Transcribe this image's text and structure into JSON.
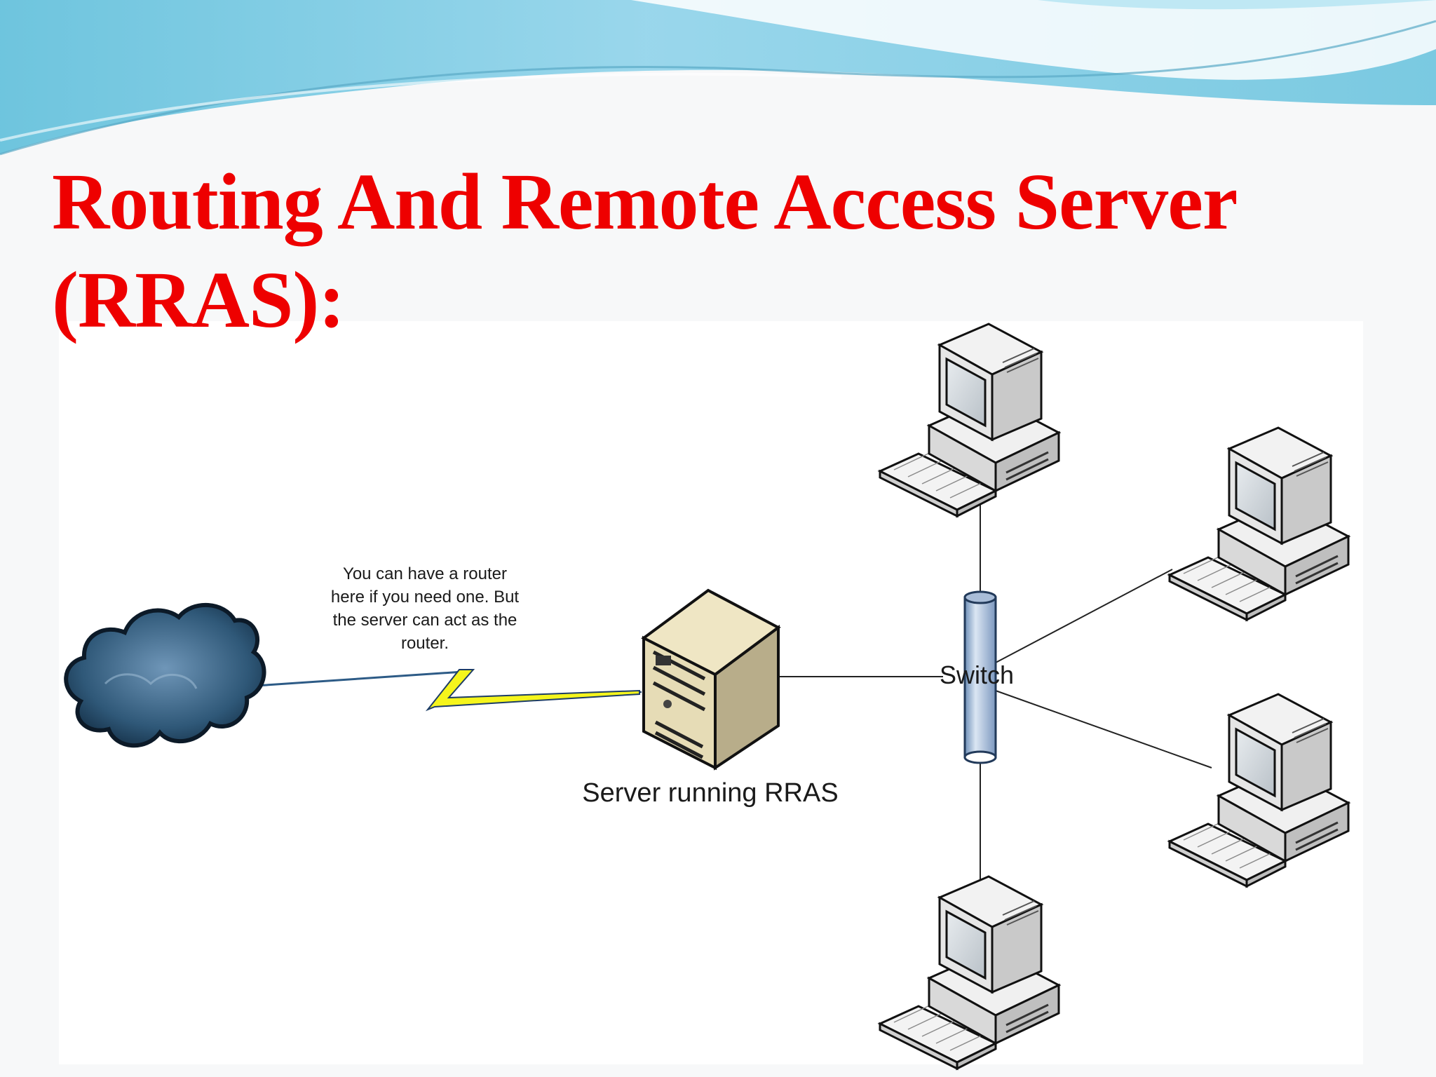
{
  "slide": {
    "title_line1": "Routing And Remote Access Server",
    "title_line2": "(RRAS):",
    "title_color": "#ee0000",
    "banner_colors": [
      "#6cc4de",
      "#a9dff0",
      "#ffffff"
    ]
  },
  "diagram": {
    "router_note_lines": [
      "You can have a router",
      "here if you need one.  But",
      "the server can act as the",
      "router."
    ],
    "server_label": "Server running RRAS",
    "switch_label": "Switch",
    "icons": {
      "cloud": "internet-cloud-icon",
      "link": "wan-lightning-link-icon",
      "server": "tower-server-icon",
      "switch": "switch-cylinder-icon",
      "workstation": "desktop-computer-icon"
    },
    "workstation_count": 4
  }
}
